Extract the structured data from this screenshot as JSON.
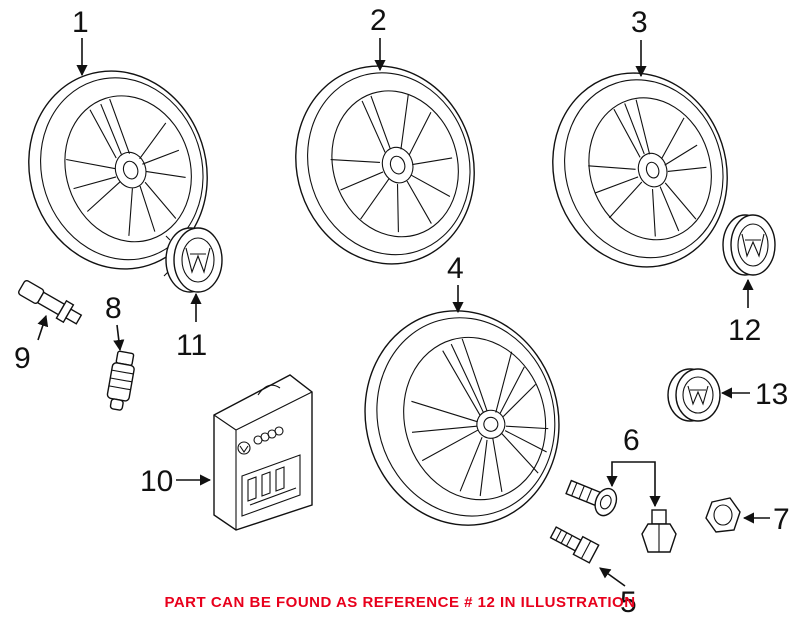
{
  "callouts": {
    "c1": "1",
    "c2": "2",
    "c3": "3",
    "c4": "4",
    "c5": "5",
    "c6": "6",
    "c7": "7",
    "c8": "8",
    "c9": "9",
    "c10": "10",
    "c11": "11",
    "c12": "12",
    "c13": "13"
  },
  "note": "PART CAN BE FOUND AS REFERENCE # 12 IN ILLUSTRATION",
  "colors": {
    "note": "#e8001c",
    "line": "#111111",
    "background": "#ffffff"
  }
}
